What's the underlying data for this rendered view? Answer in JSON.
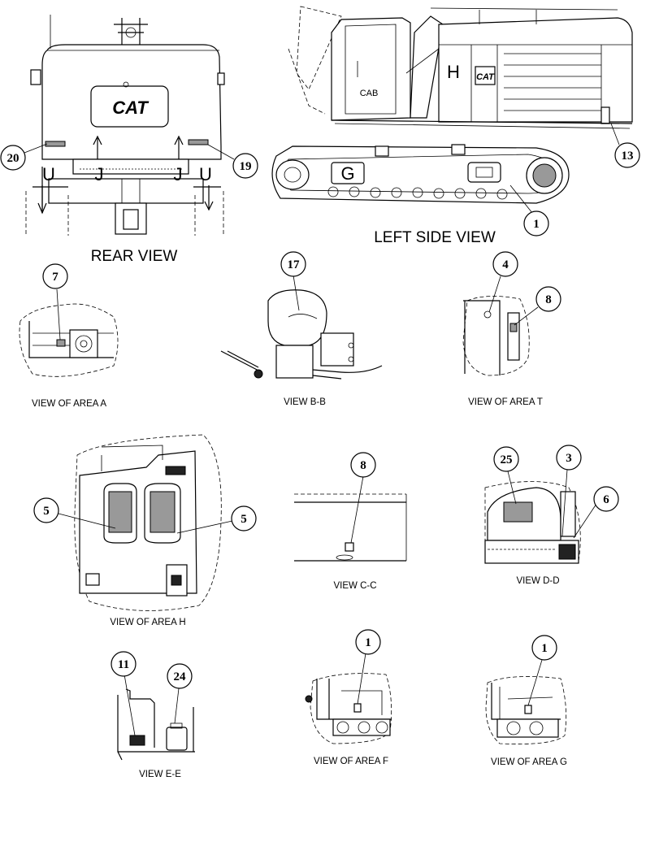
{
  "captions": {
    "rear_view": "REAR VIEW",
    "left_side_view": "LEFT SIDE VIEW",
    "view_area_a": "VIEW OF AREA A",
    "view_bb": "VIEW B-B",
    "view_area_t": "VIEW OF AREA T",
    "view_area_h": "VIEW OF AREA H",
    "view_cc": "VIEW C-C",
    "view_dd": "VIEW D-D",
    "view_ee": "VIEW E-E",
    "view_area_f": "VIEW OF AREA F",
    "view_area_g": "VIEW OF AREA G"
  },
  "rear": {
    "logo": "CAT",
    "section_marks": [
      "U",
      "J",
      "J",
      "U"
    ],
    "callouts": [
      "20",
      "19"
    ]
  },
  "side": {
    "cab_label": "CAB",
    "area_h_mark": "H",
    "area_g_mark": "G",
    "logo": "CAT",
    "callouts": [
      "13",
      "1"
    ]
  },
  "callouts": {
    "area_a": "7",
    "bb": "17",
    "area_t_1": "4",
    "area_t_2": "8",
    "area_h_1": "5",
    "area_h_2": "5",
    "cc": "8",
    "dd_1": "25",
    "dd_2": "3",
    "dd_3": "6",
    "ee_1": "11",
    "ee_2": "24",
    "area_f": "1",
    "area_g": "1"
  }
}
